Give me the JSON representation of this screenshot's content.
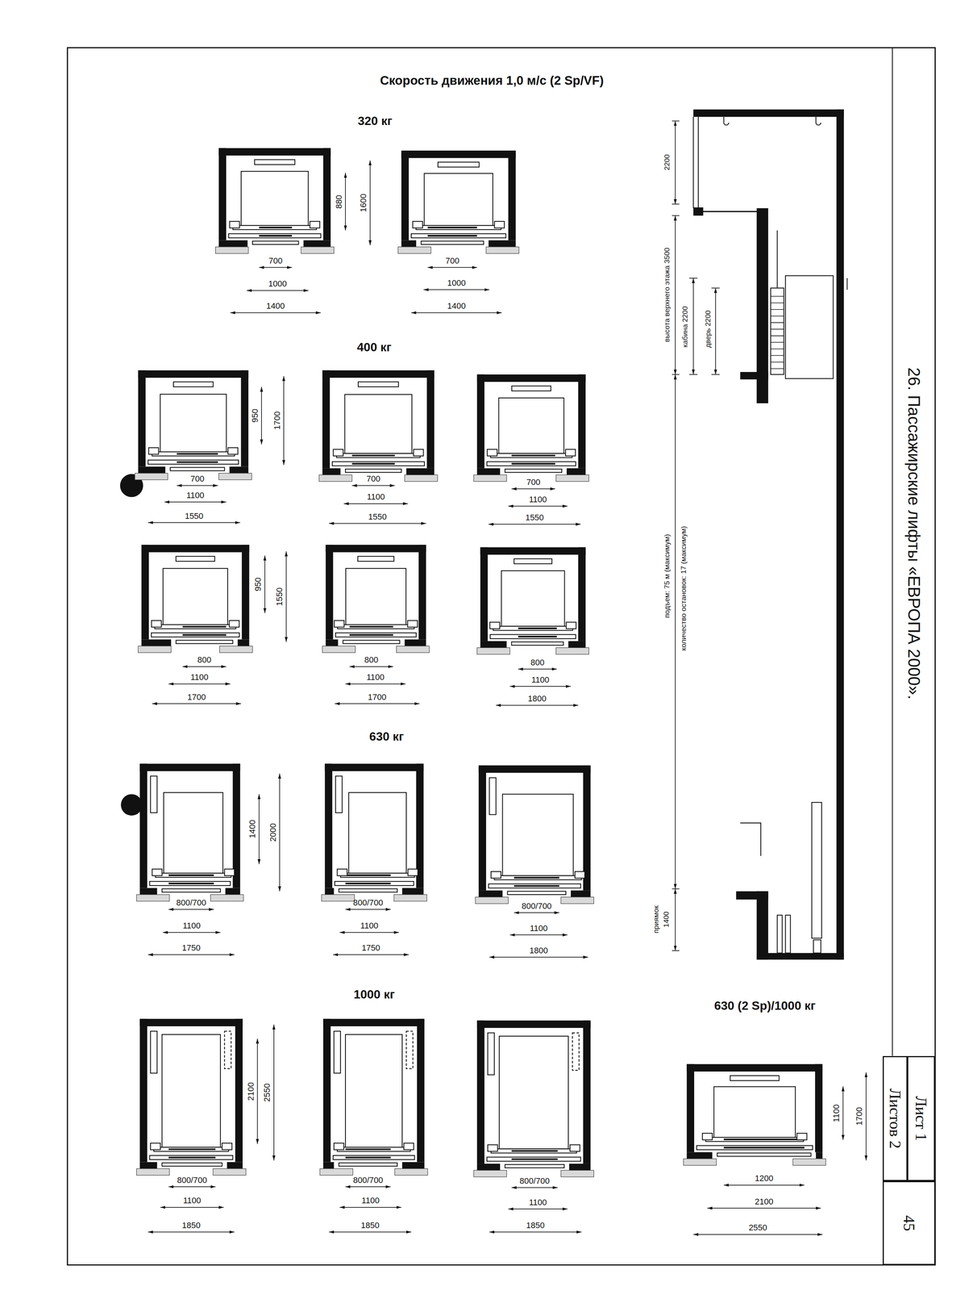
{
  "diagram": {
    "title": "Скорость движения 1,0 м/с (2 Sp/VF)",
    "nodes": [
      {
        "text": [
          "Лист 1"
        ]
      },
      {
        "text": [
          "Листов 2"
        ]
      },
      {
        "text": [
          "45"
        ]
      }
    ],
    "labels": [
      "26. Пассажирские лифты «ЕВРОПА 2000».",
      "320 кг",
      "880",
      "1600",
      "700",
      "1000",
      "1400",
      "700",
      "1000",
      "1400",
      "400 кг",
      "950",
      "1700",
      "700",
      "1100",
      "1550",
      "700",
      "1100",
      "1550",
      "700",
      "1100",
      "1550",
      "950",
      "1550",
      "800",
      "1100",
      "1700",
      "800",
      "1100",
      "1700",
      "800",
      "1100",
      "1800",
      "630 кг",
      "1400",
      "2000",
      "800/700",
      "1100",
      "1750",
      "800/700",
      "1100",
      "1750",
      "800/700",
      "1100",
      "1800",
      "1000 кг",
      "2100",
      "2550",
      "800/700",
      "1100",
      "1850",
      "800/700",
      "1100",
      "1850",
      "800/700",
      "1100",
      "1850",
      "630 (2 Sp)/1000 кг",
      "1100",
      "1700",
      "1200",
      "2100",
      "2550",
      "2200",
      "высота верхнего этажа 3500",
      "кабина 2200",
      "дверь 2200",
      "подъем: 75 м (максимум)",
      "количество остановок: 17 (максимум)",
      "приямок",
      "1400"
    ]
  }
}
